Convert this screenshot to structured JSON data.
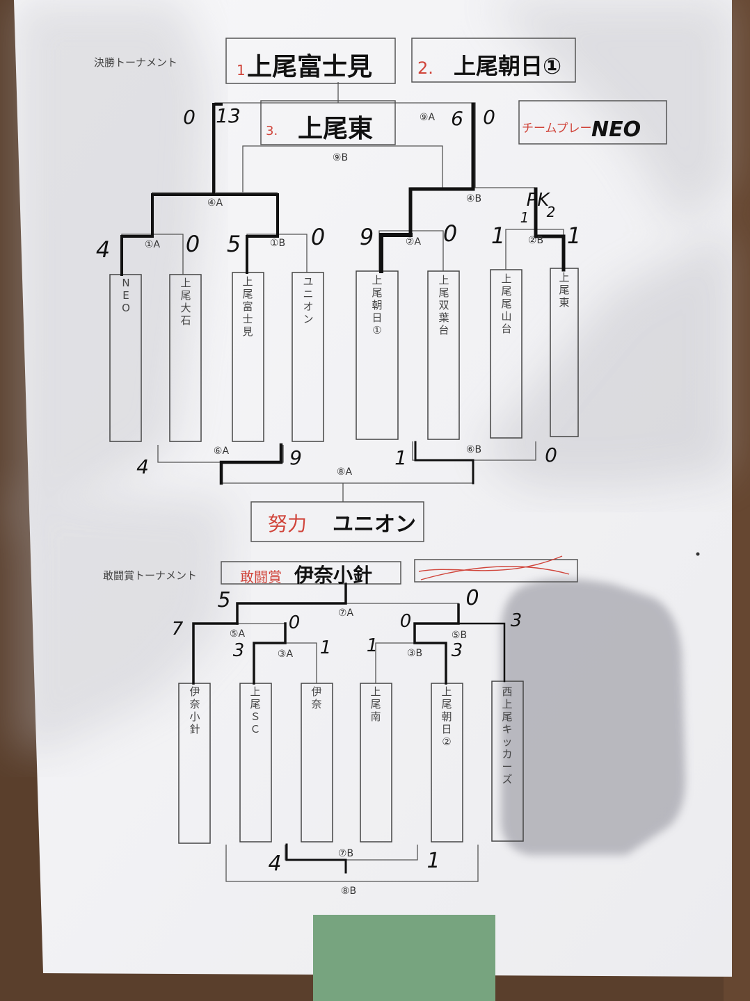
{
  "main": {
    "heading": "決勝トーナメント",
    "results": {
      "first": "1",
      "first_team": "上尾富士見",
      "second": "2.",
      "second_team": "上尾朝日①",
      "third": "3.",
      "third_team": "上尾東",
      "fairplay_label": "チームプレー",
      "fairplay_team": "NEO",
      "effort_label": "努力",
      "effort_team": "ユニオン"
    },
    "matches": [
      "①A",
      "①B",
      "②A",
      "②B",
      "④A",
      "④B",
      "⑨A",
      "⑨B",
      "⑥A",
      "⑥B",
      "⑧A"
    ],
    "teams": [
      "NEO",
      "上尾大石",
      "上尾富士見",
      "ユニオン",
      "上尾朝日①",
      "上尾双葉台",
      "上尾尾山台",
      "上尾東"
    ],
    "scores": {
      "r1": [
        "4",
        "0",
        "5",
        "0",
        "9",
        "0",
        "1",
        "1"
      ],
      "r2": [
        "0",
        "13",
        "6",
        "0"
      ],
      "pk": [
        "PK",
        "1",
        "2"
      ],
      "cons": [
        "4",
        "9",
        "1",
        "0"
      ]
    }
  },
  "sub": {
    "heading": "敢闘賞トーナメント",
    "award_label": "敢闘賞",
    "award_team": "伊奈小針",
    "matches": [
      "⑤A",
      "③A",
      "⑦A",
      "③B",
      "⑤B",
      "⑦B",
      "⑧B"
    ],
    "teams": [
      "伊奈小針",
      "上尾ＳＣ",
      "伊奈",
      "上尾南",
      "上尾朝日②",
      "西上尾キッカーズ"
    ],
    "scores": {
      "top": [
        "5",
        "0"
      ],
      "r2": [
        "7",
        "0",
        "0",
        "3"
      ],
      "r1": [
        "3",
        "1",
        "1",
        "3"
      ],
      "bottom": [
        "4",
        "1"
      ]
    }
  },
  "colors": {
    "paper": "#f3f3f5",
    "table": "#5a3f2c",
    "ink": "#111111",
    "red_ink": "#d0443a",
    "tape": "#7aa883"
  }
}
